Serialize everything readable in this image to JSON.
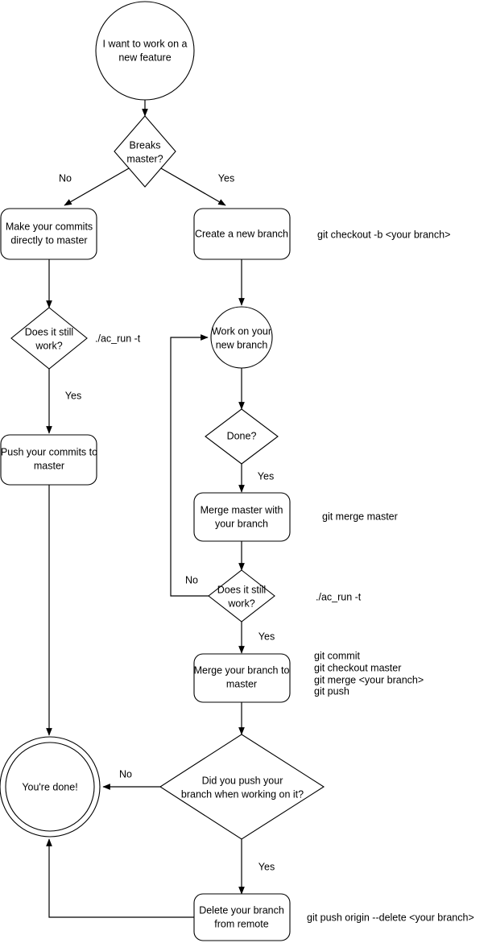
{
  "diagram": {
    "title": "Git feature branch workflow flowchart",
    "colors": {
      "background": "#ffffff",
      "stroke": "#000000",
      "text": "#000000",
      "node_fill": "#ffffff"
    },
    "nodes": [
      {
        "id": "start",
        "shape": "circle",
        "lines": [
          "I want to work on a",
          "new feature"
        ]
      },
      {
        "id": "breaks_master",
        "shape": "diamond",
        "lines": [
          "Breaks",
          "master?"
        ]
      },
      {
        "id": "commits_master",
        "shape": "rounded-rect",
        "lines": [
          "Make your commits",
          "directly to master"
        ]
      },
      {
        "id": "new_branch",
        "shape": "rounded-rect",
        "lines": [
          "Create a new branch"
        ]
      },
      {
        "id": "still_work_left",
        "shape": "diamond",
        "lines": [
          "Does it still",
          "work?"
        ]
      },
      {
        "id": "push_commits",
        "shape": "rounded-rect",
        "lines": [
          "Push your commits to",
          "master"
        ]
      },
      {
        "id": "work_branch",
        "shape": "circle",
        "lines": [
          "Work on your",
          "new branch"
        ]
      },
      {
        "id": "done_q",
        "shape": "diamond",
        "lines": [
          "Done?"
        ]
      },
      {
        "id": "merge_master",
        "shape": "rounded-rect",
        "lines": [
          "Merge master with",
          "your branch"
        ]
      },
      {
        "id": "still_work_right",
        "shape": "diamond",
        "lines": [
          "Does it still",
          "work?"
        ]
      },
      {
        "id": "merge_branch",
        "shape": "rounded-rect",
        "lines": [
          "Merge your branch to",
          "master"
        ]
      },
      {
        "id": "did_push",
        "shape": "diamond",
        "lines": [
          "Did you push your",
          "branch when working on it?"
        ]
      },
      {
        "id": "delete_branch",
        "shape": "rounded-rect",
        "lines": [
          "Delete your branch",
          "from remote"
        ]
      },
      {
        "id": "youre_done",
        "shape": "double-circle",
        "lines": [
          "You're done!"
        ]
      }
    ],
    "edge_labels": [
      {
        "id": "no_breaks",
        "text": "No"
      },
      {
        "id": "yes_breaks",
        "text": "Yes"
      },
      {
        "id": "yes_still_work",
        "text": "Yes"
      },
      {
        "id": "yes_done",
        "text": "Yes"
      },
      {
        "id": "no_still_work",
        "text": "No"
      },
      {
        "id": "yes_still_work_2",
        "text": "Yes"
      },
      {
        "id": "no_did_push",
        "text": "No"
      },
      {
        "id": "yes_did_push",
        "text": "Yes"
      }
    ],
    "annotations": [
      {
        "id": "ann_checkout",
        "lines": [
          "git checkout -b <your branch>"
        ]
      },
      {
        "id": "ann_acrun_left",
        "lines": [
          "./ac_run -t"
        ]
      },
      {
        "id": "ann_merge_master",
        "lines": [
          "git merge master"
        ]
      },
      {
        "id": "ann_acrun_right",
        "lines": [
          "./ac_run -t"
        ]
      },
      {
        "id": "ann_commit_block",
        "lines": [
          "git commit",
          "git checkout master",
          "git merge <your branch>",
          "git push"
        ]
      },
      {
        "id": "ann_push_delete",
        "lines": [
          "git push origin --delete <your branch>"
        ]
      }
    ]
  }
}
